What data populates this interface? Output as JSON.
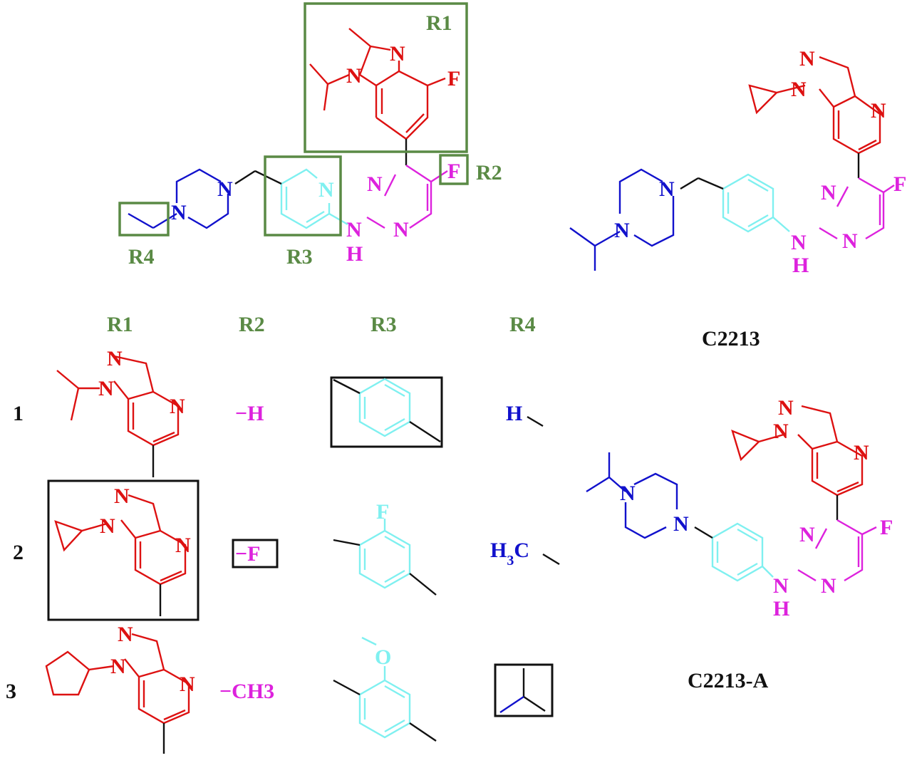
{
  "region_labels": {
    "top": [
      "R1",
      "R2",
      "R3",
      "R4"
    ],
    "columns": [
      "R1",
      "R2",
      "R3",
      "R4"
    ]
  },
  "row_numbers": [
    "1",
    "2",
    "3"
  ],
  "r2_substituents": [
    "−H",
    "−F",
    "−CH3"
  ],
  "r4_substituents": {
    "h": "H",
    "methyl": "H3C"
  },
  "compound_names": [
    "C2213",
    "C2213-A"
  ],
  "atom_labels": {
    "N": "N",
    "F": "F",
    "H": "H",
    "O": "O"
  },
  "colors": {
    "r1_core": "#dd1111",
    "pyrimidine": "#dd22dd",
    "r3_aryl": "#7ff0f0",
    "piperazine": "#1111cc",
    "highlight_box": "#5a8a45",
    "selection_box": "#111111"
  }
}
